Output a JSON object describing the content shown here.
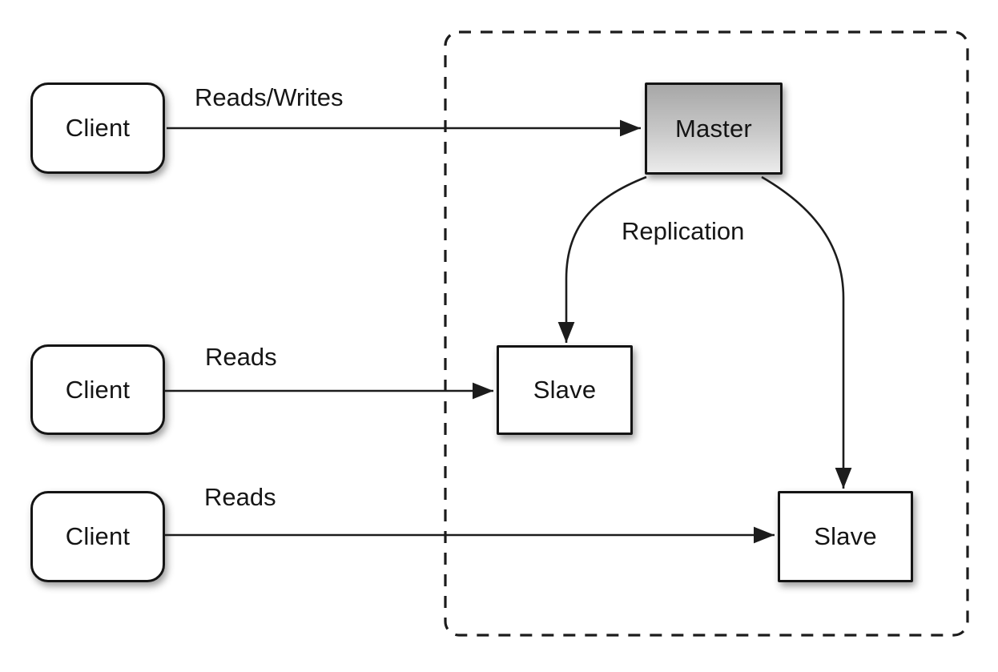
{
  "diagram": {
    "background": "#ffffff",
    "line_color": "#1c1c1c",
    "nodes": {
      "client_top": {
        "label": "Client",
        "shape": "rounded-rect",
        "fill": "#ffffff"
      },
      "client_middle": {
        "label": "Client",
        "shape": "rounded-rect",
        "fill": "#ffffff"
      },
      "client_bottom": {
        "label": "Client",
        "shape": "rounded-rect",
        "fill": "#ffffff"
      },
      "master": {
        "label": "Master",
        "shape": "rect",
        "fill_top": "#a7a7a7",
        "fill_bottom": "#ebebeb"
      },
      "slave_left": {
        "label": "Slave",
        "shape": "rect",
        "fill": "#ffffff"
      },
      "slave_right": {
        "label": "Slave",
        "shape": "rect",
        "fill": "#ffffff"
      }
    },
    "edges": {
      "client_top_to_master": {
        "label": "Reads/Writes",
        "from": "client_top",
        "to": "master"
      },
      "client_middle_to_slave_left": {
        "label": "Reads",
        "from": "client_middle",
        "to": "slave_left"
      },
      "client_bottom_to_slave_right": {
        "label": "Reads",
        "from": "client_bottom",
        "to": "slave_right"
      },
      "master_to_slaves": {
        "label": "Replication",
        "from": "master",
        "to": "slave_left & slave_right"
      }
    },
    "boundary": {
      "style": "dashed",
      "meaning": "replication group"
    }
  }
}
